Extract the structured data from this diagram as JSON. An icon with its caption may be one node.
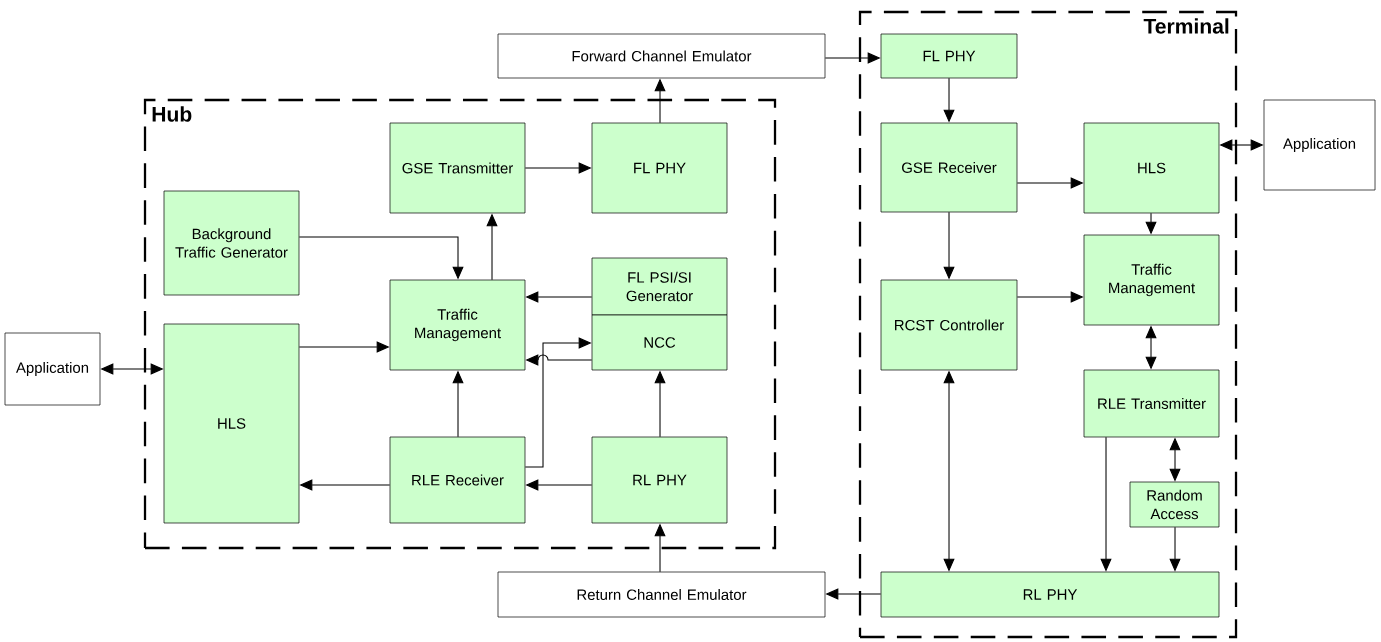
{
  "diagram": {
    "nodes": [
      {
        "text": [
          "Forward Channel Emulator"
        ]
      },
      {
        "text": [
          "Terminal"
        ]
      },
      {
        "text": [
          "Hub"
        ]
      },
      {
        "text": [
          "GSE Transmitter"
        ],
        "in": 2
      },
      {
        "text": [
          "FL PHY"
        ],
        "in": 2
      },
      {
        "text": [
          "Background Traffic Generator"
        ],
        "in": 2
      },
      {
        "text": [
          "Traffic Management"
        ],
        "in": 2
      },
      {
        "text": [
          "FL PSI/SI Generator"
        ],
        "in": 2
      },
      {
        "text": [
          "NCC"
        ],
        "in": 2
      },
      {
        "text": [
          "HLS"
        ],
        "in": 2
      },
      {
        "text": [
          "RLE Receiver"
        ],
        "in": 2
      },
      {
        "text": [
          "RL PHY"
        ],
        "in": 2
      },
      {
        "text": [
          "Application"
        ]
      },
      {
        "text": [
          "FL PHY"
        ],
        "in": 1
      },
      {
        "text": [
          "GSE Receiver"
        ],
        "in": 1
      },
      {
        "text": [
          "HLS"
        ],
        "in": 1
      },
      {
        "text": [
          "Traffic Management"
        ],
        "in": 1
      },
      {
        "text": [
          "RCST Controller"
        ],
        "in": 1
      },
      {
        "text": [
          "RLE Transmitter"
        ],
        "in": 1
      },
      {
        "text": [
          "Random Access"
        ],
        "in": 1
      },
      {
        "text": [
          "RL PHY"
        ],
        "in": 1
      },
      {
        "text": [
          "Application"
        ]
      },
      {
        "text": [
          "Return Channel Emulator"
        ]
      }
    ],
    "edges": [
      {
        "from": 4,
        "to": 0,
        "arrow": "to"
      },
      {
        "from": 0,
        "to": 13,
        "arrow": "to"
      },
      {
        "from": 3,
        "to": 4,
        "arrow": "to"
      },
      {
        "from": 6,
        "to": 3,
        "arrow": "to"
      },
      {
        "from": 5,
        "to": 6,
        "arrow": "to"
      },
      {
        "from": 7,
        "to": 6,
        "arrow": "to"
      },
      {
        "from": 10,
        "to": 8,
        "arrow": "to"
      },
      {
        "from": 8,
        "to": 6,
        "arrow": "to"
      },
      {
        "from": 9,
        "to": 6,
        "arrow": "to"
      },
      {
        "from": 10,
        "to": 9,
        "arrow": "to"
      },
      {
        "from": 11,
        "to": 10,
        "arrow": "to"
      },
      {
        "from": 10,
        "to": 6,
        "arrow": "to"
      },
      {
        "from": 11,
        "to": 8,
        "arrow": "to"
      },
      {
        "from": 12,
        "to": 9,
        "arrow": "both"
      },
      {
        "from": 22,
        "to": 11,
        "arrow": "to"
      },
      {
        "from": 20,
        "to": 22,
        "arrow": "to"
      },
      {
        "from": 13,
        "to": 14,
        "arrow": "to"
      },
      {
        "from": 14,
        "to": 15,
        "arrow": "to"
      },
      {
        "from": 14,
        "to": 17,
        "arrow": "to"
      },
      {
        "from": 15,
        "to": 21,
        "arrow": "both"
      },
      {
        "from": 15,
        "to": 16,
        "arrow": "to"
      },
      {
        "from": 17,
        "to": 16,
        "arrow": "to"
      },
      {
        "from": 16,
        "to": 18,
        "arrow": "both"
      },
      {
        "from": 17,
        "to": 20,
        "arrow": "both"
      },
      {
        "from": 18,
        "to": 20,
        "arrow": "to"
      },
      {
        "from": 18,
        "to": 19,
        "arrow": "both"
      },
      {
        "from": 19,
        "to": 20,
        "arrow": "to"
      }
    ]
  }
}
